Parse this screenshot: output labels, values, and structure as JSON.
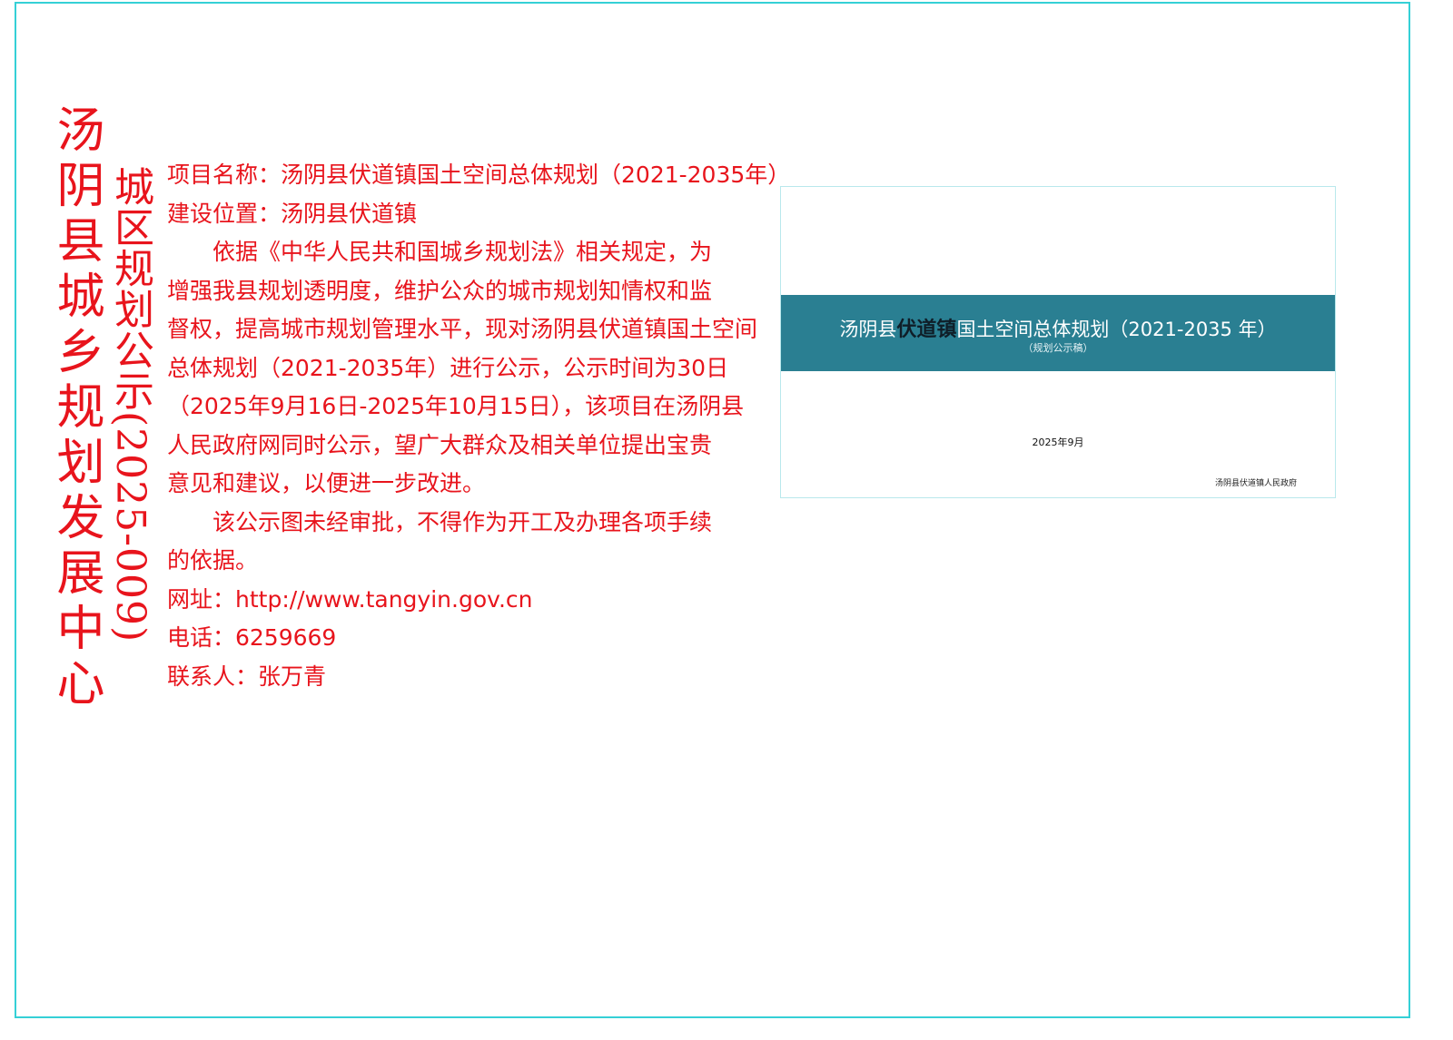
{
  "colors": {
    "text_red": "#e8141c",
    "frame_cyan": "#35d0d6",
    "cover_band": "#2a7f92"
  },
  "sidebar": {
    "org_title": "汤阴县城乡规划发展中心",
    "notice_title": "城区规划公示(2025-009)"
  },
  "notice": {
    "project": "项目名称：汤阴县伏道镇国土空间总体规划（2021-2035年）",
    "location": "建设位置：汤阴县伏道镇",
    "body_lines": [
      "依据《中华人民共和国城乡规划法》相关规定，为",
      "增强我县规划透明度，维护公众的城市规划知情权和监",
      "督权，提高城市规划管理水平，现对汤阴县伏道镇国土空间",
      "总体规划（2021-2035年）进行公示，公示时间为30日",
      "（2025年9月16日-2025年10月15日），该项目在汤阴县",
      "人民政府网同时公示，望广大群众及相关单位提出宝贵",
      "意见和建议，以便进一步改进。"
    ],
    "disclaimer_lines": [
      "该公示图未经审批，不得作为开工及办理各项手续",
      "的依据。"
    ],
    "website": "网址：http://www.tangyin.gov.cn",
    "phone": "电话：6259669",
    "contact": "联系人：张万青"
  },
  "cover": {
    "title_pre": "汤阴县",
    "title_highlight": "伏道镇",
    "title_post": "国土空间总体规划（2021-2035 年）",
    "subtitle": "（规划公示稿）",
    "date": "2025年9月",
    "org": "汤阴县伏道镇人民政府"
  }
}
